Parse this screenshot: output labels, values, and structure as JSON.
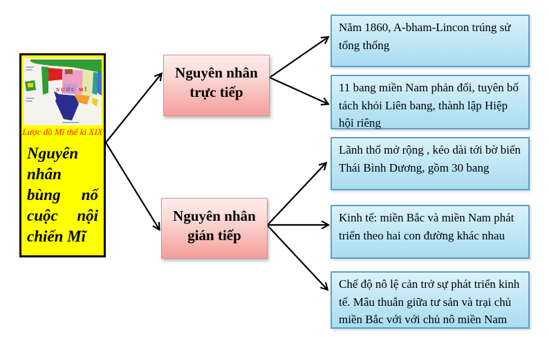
{
  "root": {
    "map_caption": "Lược đồ Mĩ thế kỉ XIX",
    "map_label": "NƯỚC MĨ",
    "title": "Nguyên nhân bùng nổ cuộc nội chiến Mĩ"
  },
  "branches": [
    {
      "label": "Nguyên nhân trực tiếp"
    },
    {
      "label": "Nguyên nhân gián tiếp"
    }
  ],
  "leaves": [
    {
      "text": "Năm 1860, A-bham-Lincon trúng sử tổng thống"
    },
    {
      "text": "11 bang miền Nam phản đối, tuyên bố tách khỏi Liên bang, thành lập Hiệp hội riêng"
    },
    {
      "text": "Lãnh thổ mở rộng , kéo dài tới bờ biển Thái Bình Dương, gồm 30 bang"
    },
    {
      "text": "Kinh tế: miền Bắc và miền Nam phát triển theo hai con đường khác nhau"
    },
    {
      "text": "Chế độ nô lệ cản trở sự phát triển kinh tế. Mâu thuẫn giữa tư sản và trại chủ miền Bắc với với chủ nô miền Nam"
    }
  ],
  "colors": {
    "root_fill": "#ffff00",
    "root_border": "#000000",
    "caption_color": "#ff2000",
    "branch_fill_top": "#fdedeb",
    "branch_fill_bottom": "#f59e9a",
    "branch_border": "#d98f8b",
    "leaf_fill_top": "#dcf2fb",
    "leaf_fill_bottom": "#a8ddf0",
    "leaf_border": "#5b9fc5",
    "arrow_color": "#000000"
  }
}
